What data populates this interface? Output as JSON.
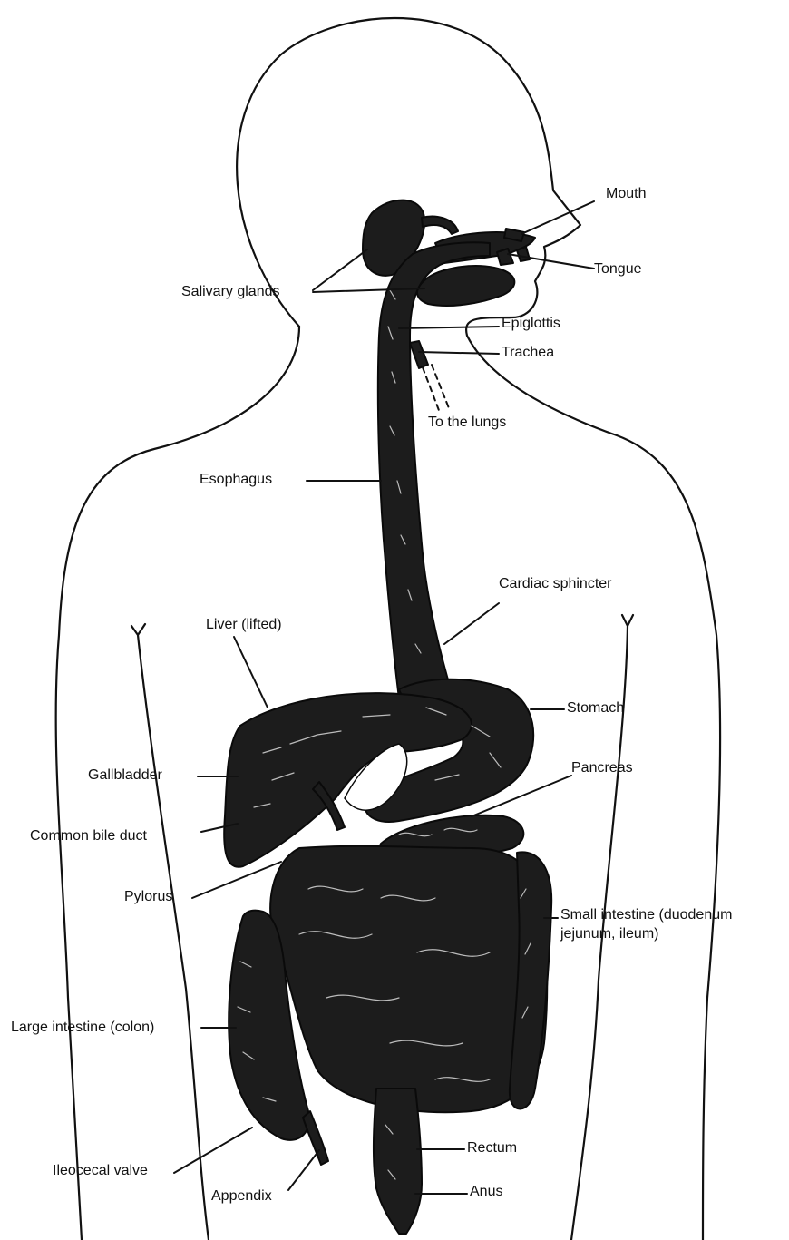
{
  "labels": {
    "mouth": "Mouth",
    "tongue": "Tongue",
    "salivary_glands": "Salivary glands",
    "epiglottis": "Epiglottis",
    "trachea": "Trachea",
    "to_the_lungs": "To the lungs",
    "esophagus": "Esophagus",
    "cardiac_sphincter": "Cardiac sphincter",
    "liver": "Liver (lifted)",
    "stomach": "Stomach",
    "gallbladder": "Gallbladder",
    "pancreas": "Pancreas",
    "common_bile_duct": "Common bile duct",
    "pylorus": "Pylorus",
    "small_intestine_1": "Small intestine (duodenum",
    "small_intestine_2": "jejunum, ileum)",
    "large_intestine": "Large intestine (colon)",
    "ileocecal_valve": "Ileocecal valve",
    "appendix": "Appendix",
    "rectum": "Rectum",
    "anus": "Anus"
  },
  "colors": {
    "ink": "#111111",
    "organ_fill": "#1c1c1c",
    "background": "#ffffff"
  }
}
